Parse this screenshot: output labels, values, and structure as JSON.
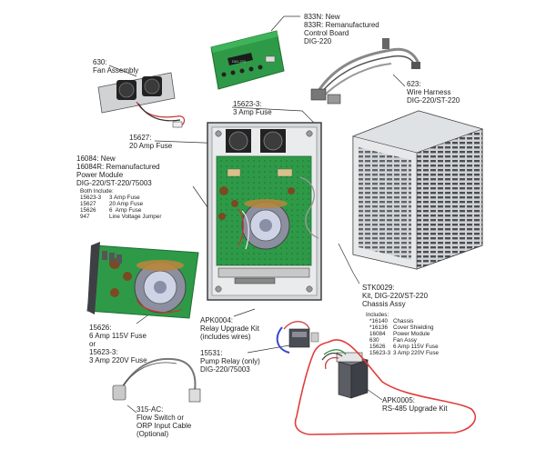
{
  "labels": {
    "control_board": "833N: New\n833R: Remanufactured\nControl Board\nDIG-220",
    "fan_assembly": "630:\nFan Assembly",
    "wire_harness": "623:\nWire Harness\nDIG-220/ST-220",
    "fuse_3amp": "15623-3:\n3 Amp Fuse",
    "fuse_20amp": "15627:\n20 Amp Fuse",
    "power_module": "16084: New\n16084R: Remanufactured\nPower Module\nDIG-220/ST-220/75003",
    "power_module_includes_title": "Both Include:",
    "power_module_includes": [
      {
        "part": "15623-3",
        "desc": "3 Amp Fuse"
      },
      {
        "part": "15627",
        "desc": "20 Amp Fuse"
      },
      {
        "part": "15626",
        "desc": "6  Amp Fuse"
      },
      {
        "part": "947",
        "desc": "Line Voltage Jumper"
      }
    ],
    "chassis_kit": "STK0029:\nKit, DIG-220/ST-220\nChassis Assy",
    "chassis_includes_title": "Includes:",
    "chassis_includes": [
      {
        "part": "*16140",
        "desc": "Chassis"
      },
      {
        "part": "*16136",
        "desc": "Cover Shielding"
      },
      {
        "part": "16084",
        "desc": "Power Module"
      },
      {
        "part": "630",
        "desc": "Fan Assy"
      },
      {
        "part": "15626",
        "desc": "6 Amp 115V Fuse"
      },
      {
        "part": "15623-3",
        "desc": "3 Amp 220V Fuse"
      }
    ],
    "fuse_options": "15626:\n6 Amp 115V Fuse\nor\n15623-3:\n3 Amp 220V Fuse",
    "relay_kit": "APK0004:\nRelay Upgrade Kit\n(includes wires)",
    "pump_relay": "15531:\nPump Relay (only)\nDIG-220/75003",
    "flow_switch": "315-AC:\nFlow Switch or\nORP Input Cable\n(Optional)",
    "rs485_kit": "APK0005:\nRS-485 Upgrade Kit"
  },
  "board_display": "DIG-220",
  "colors": {
    "board_green": "#2e9a48",
    "board_dark": "#1e6e33",
    "enclosure": "#d6d9dc",
    "highlight": "#e23b3b",
    "copper": "#b8863b",
    "capacitor": "#7a4a22"
  }
}
